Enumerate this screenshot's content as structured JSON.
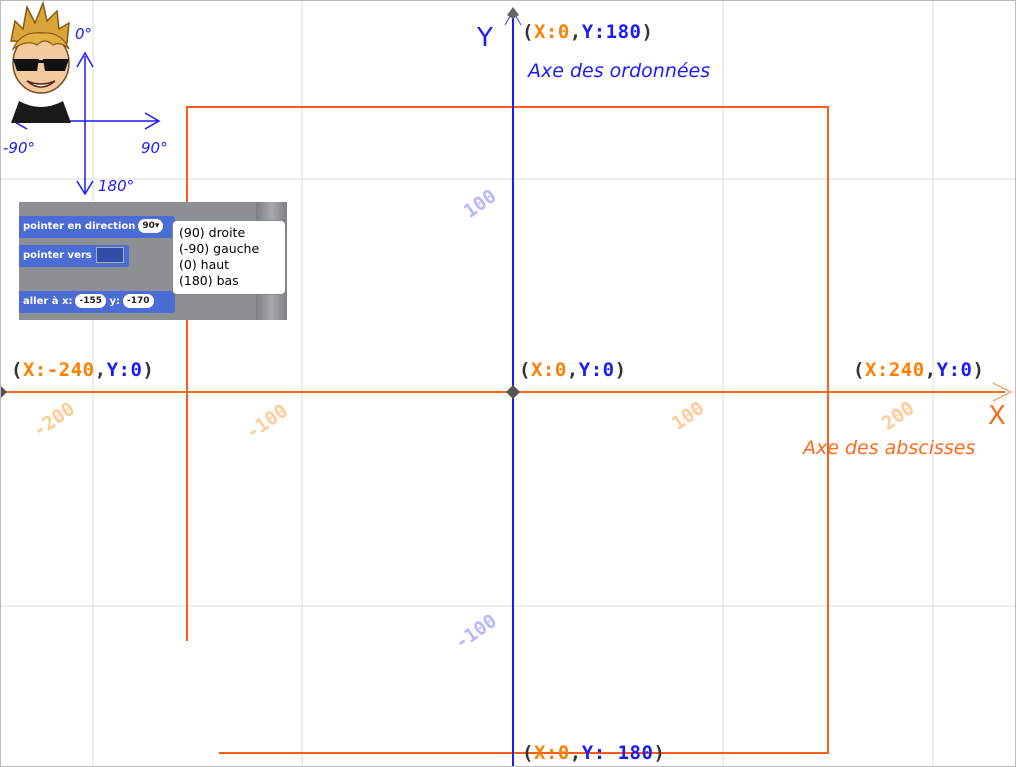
{
  "axes": {
    "y_letter": "Y",
    "x_letter": "X",
    "y_title": "Axe des ordonnées",
    "x_title": "Axe des abscisses"
  },
  "coords": {
    "top": {
      "x": "0",
      "y": "180"
    },
    "center": {
      "x": "0",
      "y": "0"
    },
    "left": {
      "x": "-240",
      "y": "0"
    },
    "right": {
      "x": "240",
      "y": "0"
    },
    "bottom": {
      "x": "0",
      "y": " 180"
    }
  },
  "ticks": {
    "x": [
      "-200",
      "-100",
      "100",
      "200"
    ],
    "y": [
      "100",
      "-100"
    ]
  },
  "compass": {
    "up": "0°",
    "left": "-90°",
    "right": "90°",
    "down": "180°"
  },
  "blocks": {
    "point_direction": "pointer en direction",
    "point_direction_value": "90▾",
    "point_towards": "pointer vers",
    "goto_label_x": "aller à x:",
    "goto_x": "-155",
    "goto_label_y": "y:",
    "goto_y": "-170"
  },
  "tooltip": [
    "(90) droite",
    "(-90) gauche",
    "(0) haut",
    "(180) bas"
  ],
  "colors": {
    "x_axis": "#ff6a1a",
    "y_axis": "#1a1aff",
    "tick_x": "#ffcc99",
    "tick_y": "#b8b8ff",
    "grid": "#dcdcdc",
    "rect": "#ff6a1a"
  }
}
